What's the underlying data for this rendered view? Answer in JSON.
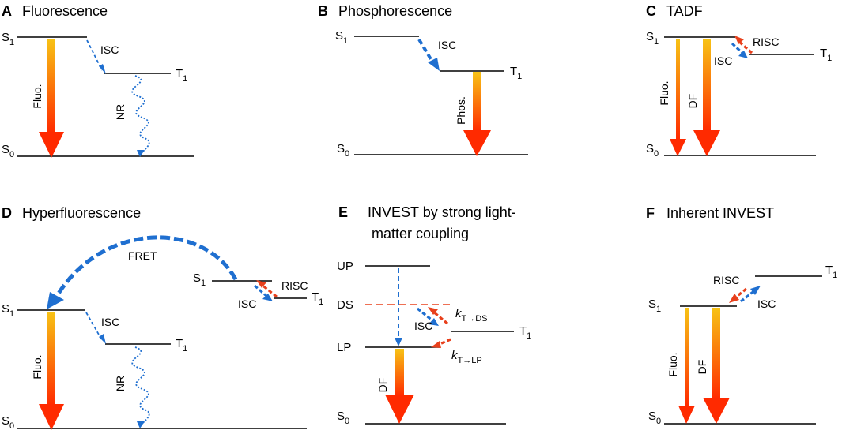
{
  "colors": {
    "arrow_top": "#f7c315",
    "arrow_bottom": "#ff2a00",
    "blue": "#1f6fd0",
    "red": "#e8401c",
    "line": "#000000"
  },
  "panels": {
    "A": {
      "letter": "A",
      "title": "Fluorescence",
      "s1": "S",
      "t1": "T",
      "s0": "S",
      "sub1": "1",
      "sub0": "0",
      "fluo": "Fluo.",
      "isc": "ISC",
      "nr": "NR"
    },
    "B": {
      "letter": "B",
      "title": "Phosphorescence",
      "s1": "S",
      "t1": "T",
      "s0": "S",
      "sub1": "1",
      "sub0": "0",
      "isc": "ISC",
      "phos": "Phos."
    },
    "C": {
      "letter": "C",
      "title": "TADF",
      "s1": "S",
      "t1": "T",
      "s0": "S",
      "sub1": "1",
      "sub0": "0",
      "fluo": "Fluo.",
      "df": "DF",
      "isc": "ISC",
      "risc": "RISC"
    },
    "D": {
      "letter": "D",
      "title": "Hyperfluorescence",
      "s1": "S",
      "t1": "T",
      "s0": "S",
      "sub1": "1",
      "sub0": "0",
      "fluo": "Fluo.",
      "isc": "ISC",
      "nr": "NR",
      "fret": "FRET",
      "risc": "RISC"
    },
    "E": {
      "letter": "E",
      "title_line1": "INVEST by strong light-",
      "title_line2": "matter coupling",
      "up": "UP",
      "ds": "DS",
      "lp": "LP",
      "t1": "T",
      "s0": "S",
      "sub1": "1",
      "sub0": "0",
      "isc": "ISC",
      "df": "DF",
      "k": "k",
      "k_ds_sub": "T→DS",
      "k_lp_sub": "T→LP"
    },
    "F": {
      "letter": "F",
      "title": "Inherent INVEST",
      "s1": "S",
      "t1": "T",
      "s0": "S",
      "sub1": "1",
      "sub0": "0",
      "fluo": "Fluo.",
      "df": "DF",
      "isc": "ISC",
      "risc": "RISC"
    }
  }
}
